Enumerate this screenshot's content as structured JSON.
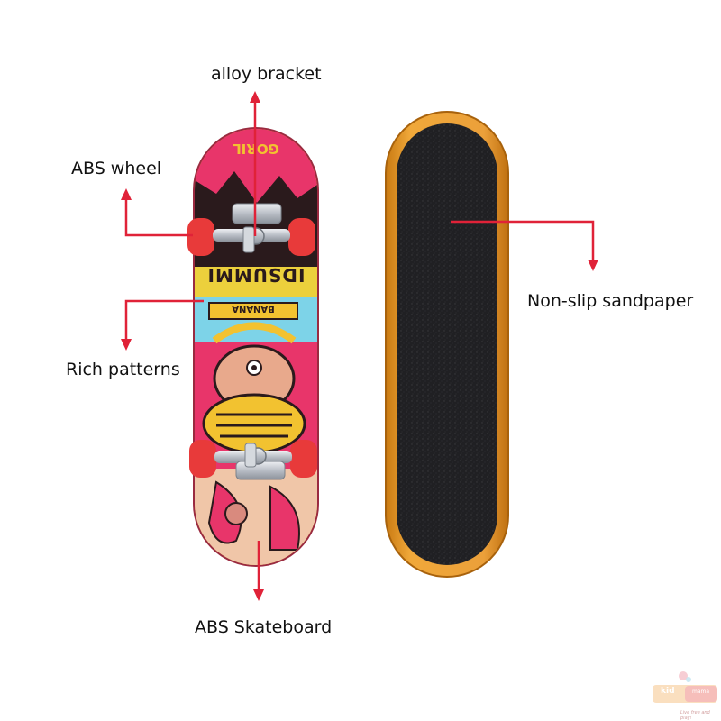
{
  "labels": {
    "alloy_bracket": "alloy bracket",
    "abs_wheel": "ABS wheel",
    "rich_patterns": "Rich patterns",
    "non_slip_sandpaper": "Non-slip sandpaper",
    "abs_skateboard": "ABS Skateboard"
  },
  "deck_print": {
    "brand_text": "IDSUMMI",
    "top_text": "GORIL",
    "banner_text": "BANANA"
  },
  "watermark": {
    "text": "kid",
    "text_right": "mama",
    "tagline": "Live free and play!"
  },
  "colors": {
    "arrow": "#e02238",
    "deck_pink": "#e8356a",
    "deck_yellow": "#f2c230",
    "deck_rim_orange": "#e29a2a",
    "grip_black": "#1c1c1e",
    "wheel_red": "#e83a3a",
    "truck_silver": "#c8ccd2"
  }
}
